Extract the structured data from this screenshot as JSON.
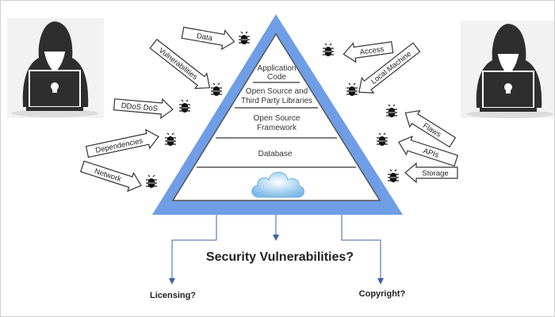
{
  "layers": [
    "Application",
    "Code",
    "Open Source and",
    "Third Party Libraries",
    "Open Source",
    "Framework",
    "Database"
  ],
  "attack_arrows_left": [
    "Data",
    "Vulnerabilities",
    "DDoS DoS",
    "Dependencies",
    "Network"
  ],
  "attack_arrows_right": [
    "Access",
    "Local Machine",
    "Flaws",
    "APIs",
    "Storage"
  ],
  "outcomes": {
    "main": "Security Vulnerabilities?",
    "left": "Licensing?",
    "right": "Copyright?"
  },
  "colors": {
    "triangle": "#6f9ee6",
    "hacker": "#2e2e2e",
    "cloud": "#8cc6f0"
  }
}
